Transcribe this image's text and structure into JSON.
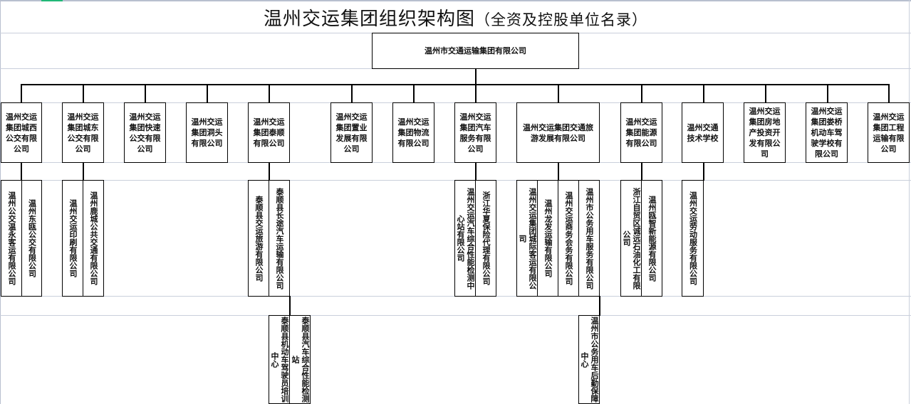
{
  "title": {
    "main": "温州交运集团组织架构图",
    "sub": "（全资及控股单位名录）"
  },
  "root": {
    "name": "温州市交通运输集团有限公司"
  },
  "level2": [
    {
      "name": "温州交运集团城西公交有限公司"
    },
    {
      "name": "温州交运集团城东公交有限公司"
    },
    {
      "name": "温州交运集团快速公交有限公司"
    },
    {
      "name": "温州交运集团洞头有限公司"
    },
    {
      "name": "温州交运集团泰顺有限公司"
    },
    {
      "name": "温州交运集团置业发展有限公司"
    },
    {
      "name": "温州交运集团物流有限公司"
    },
    {
      "name": "温州交运集团汽车服务有限公司"
    },
    {
      "name": "温州交运集团交通旅游发展有限公司"
    },
    {
      "name": "温州交运集团能源有限公司"
    },
    {
      "name": "温州交通技术学校"
    },
    {
      "name": "温州交运集团房地产投资开发有限公司"
    },
    {
      "name": "温州交运集团娄桥机动车驾驶学校有限公司"
    },
    {
      "name": "温州交运集团工程运输有限公司"
    }
  ],
  "level3": {
    "chengxi": [
      {
        "name": "温州公交温永客运有限公司"
      },
      {
        "name": "温州东瓯公交有限公司"
      }
    ],
    "chengdong": [
      {
        "name": "温州交运印刷有限公司"
      },
      {
        "name": "温州鹿城公共交通有限公司"
      }
    ],
    "taishun": [
      {
        "name": "泰顺县交运旅游有限公司"
      },
      {
        "name": "泰顺县长途汽车运输有限公司"
      }
    ],
    "qiche": [
      {
        "name": "温州交运汽车综合性能检测中心站有限公司"
      },
      {
        "name": "浙江华夏保险代理有限公司"
      }
    ],
    "lvyou": [
      {
        "name": "温州交运集团城际客运有限公司"
      },
      {
        "name": "温州龙发运输有限公司"
      },
      {
        "name": "温州交运商务会务有限公司"
      },
      {
        "name": "温州市公务用车服务有限公司"
      }
    ],
    "nengyuan": [
      {
        "name": "浙江自贸区诚远石油化工有限公司"
      },
      {
        "name": "温州瓯智新能源有限公司"
      }
    ],
    "xuexiao": [
      {
        "name": "温州交运劳动服务有限公司"
      }
    ]
  },
  "level4": {
    "taishun_changtu": [
      {
        "name": "泰顺县机动车驾驶员培训中心"
      },
      {
        "name": "泰顺县汽车综合性能检测站"
      }
    ],
    "gongwu": [
      {
        "name": "温州市公务用车后勤保障中心"
      }
    ]
  }
}
